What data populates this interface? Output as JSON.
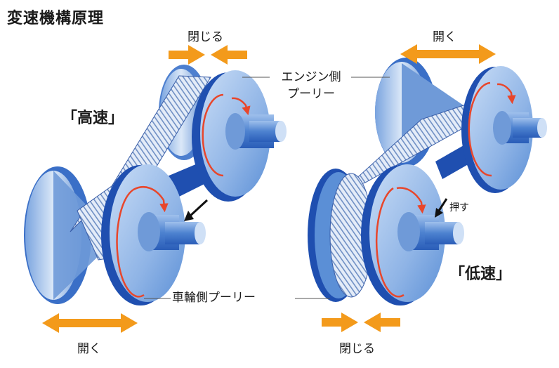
{
  "title": "変速機構原理",
  "labels": {
    "high_speed": "「高速」",
    "low_speed": "「低速」",
    "close_top": "閉じる",
    "open_top": "開く",
    "open_bottom": "開く",
    "close_bottom": "閉じる",
    "engine_pulley_line1": "エンジン側",
    "engine_pulley_line2": "プーリー",
    "wheel_pulley": "車輪側プーリー",
    "push": "押す"
  },
  "colors": {
    "pulley_light": "#a9c8ee",
    "pulley_mid": "#5b8fd6",
    "pulley_dark": "#1f4fb0",
    "belt": "#dbe6f5",
    "arrow_orange": "#f39a1b",
    "rotation_red": "#e8462b"
  }
}
